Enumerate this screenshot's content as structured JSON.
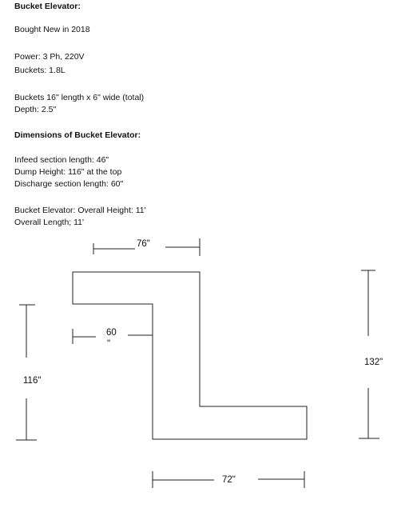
{
  "doc": {
    "title": "Bucket Elevator:",
    "bought": "Bought New in 2018",
    "power": "Power: 3 Ph, 220V",
    "buckets": "Buckets: 1.8L",
    "bucket_size": "Buckets 16\" length x 6\" wide (total)",
    "depth": "Depth: 2.5\"",
    "dimensions_heading": "Dimensions of Bucket Elevator:",
    "infeed": "Infeed section length: 46\"",
    "dump_height": "Dump Height: 116\" at the top",
    "discharge": "Discharge section length: 60\"",
    "overall_height": "Bucket Elevator: Overall Height: 11'",
    "overall_length": "Overall Length; 11'"
  },
  "diagram": {
    "top_width": "76\"",
    "middle_width": "60",
    "middle_width_unit": "\"",
    "left_height": "116\"",
    "right_height": "132\"",
    "bottom_width": "72\""
  }
}
